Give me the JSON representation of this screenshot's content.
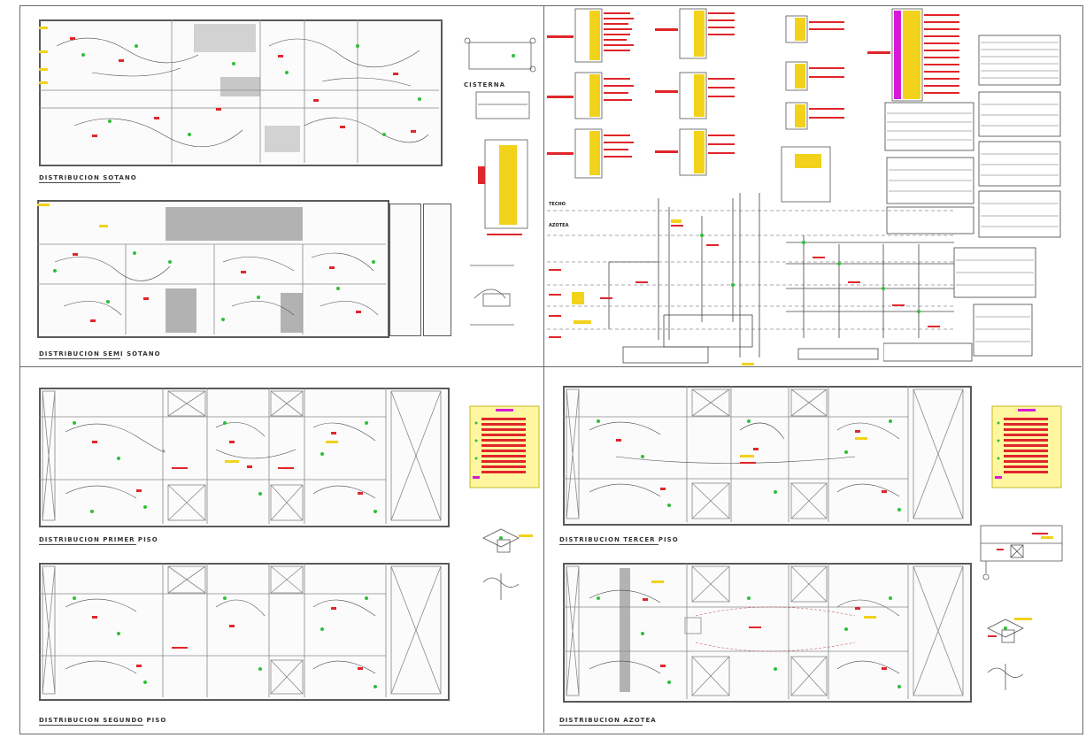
{
  "drawing": {
    "quadrants": {
      "top_left": {
        "plans": [
          {
            "id": "sotano",
            "title": "DISTRIBUCION SOTANO"
          },
          {
            "id": "semisotano",
            "title": "DISTRIBUCION SEMI SOTANO"
          }
        ],
        "side_labels": {
          "cisterna": "CISTERNA"
        }
      },
      "top_right": {
        "riser_levels": [
          "TECHO",
          "AZOTEA"
        ]
      },
      "bottom_left": {
        "plans": [
          {
            "id": "primer",
            "title": "DISTRIBUCION PRIMER PISO"
          },
          {
            "id": "segundo",
            "title": "DISTRIBUCION SEGUNDO PISO"
          }
        ]
      },
      "bottom_right": {
        "plans": [
          {
            "id": "tercer",
            "title": "DISTRIBUCION TERCER PISO"
          },
          {
            "id": "azotea",
            "title": "DISTRIBUCION AZOTEA"
          }
        ]
      }
    },
    "colors": {
      "line": "#5a5a5a",
      "circuit_red": "#e0262b",
      "fixture_green": "#2fbf3a",
      "label_yellow": "#f2d21b",
      "magenta": "#d61ad6"
    }
  }
}
